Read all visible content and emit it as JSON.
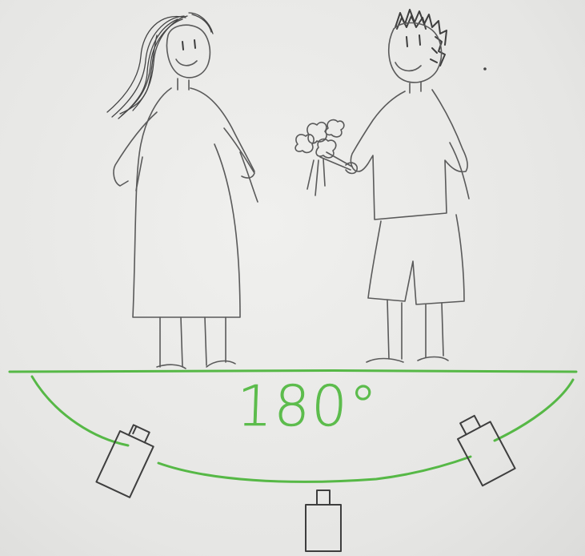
{
  "angle_label": "180°",
  "colors": {
    "paper": "#e9e9e7",
    "pencil": "#5a5a5a",
    "green_pencil": "#56b846"
  },
  "figures": [
    "woman-figure",
    "man-figure",
    "flower-bouquet"
  ],
  "cameras": [
    "camera-left",
    "camera-center",
    "camera-right"
  ]
}
